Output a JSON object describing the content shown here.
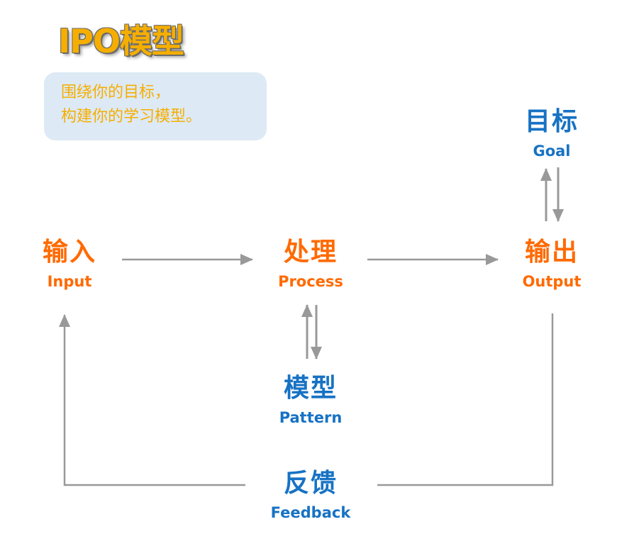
{
  "title": "IPO模型",
  "callout": {
    "line1": "围绕你的目标，",
    "line2": "构建你的学习模型。"
  },
  "nodes": {
    "input": {
      "zh": "输入",
      "en": "Input"
    },
    "process": {
      "zh": "处理",
      "en": "Process"
    },
    "output": {
      "zh": "输出",
      "en": "Output"
    },
    "goal": {
      "zh": "目标",
      "en": "Goal"
    },
    "pattern": {
      "zh": "模型",
      "en": "Pattern"
    },
    "feedback": {
      "zh": "反馈",
      "en": "Feedback"
    }
  },
  "colors": {
    "title": "#f5ae00",
    "callout_bg": "#dde9f5",
    "ipo_nodes": "#ff6a00",
    "support_nodes": "#1772c4",
    "arrows": "#999999"
  }
}
